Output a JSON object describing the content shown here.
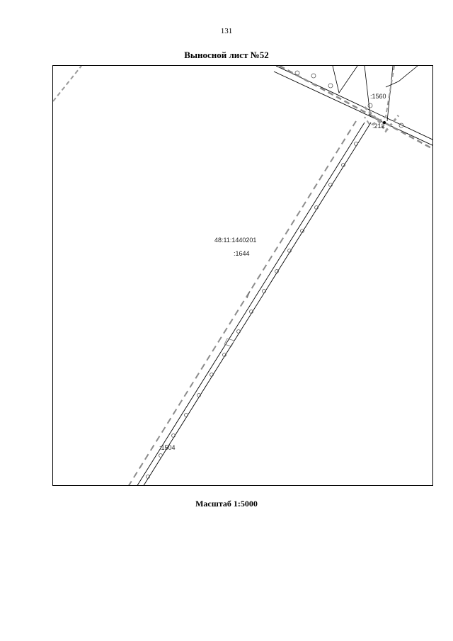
{
  "page": {
    "number": "131",
    "title": "Выносной лист №52",
    "scale": "Масштаб 1:5000"
  },
  "map": {
    "labels": {
      "cadastral_block": "48:11:1440201",
      "parcel_main": ":1644",
      "parcel_north": ":1560",
      "parcel_junction": ":212",
      "parcel_south": ":1504"
    },
    "colors": {
      "frame": "#000000",
      "linework": "#000000",
      "dashed_gray": "#9a9a9a"
    }
  }
}
